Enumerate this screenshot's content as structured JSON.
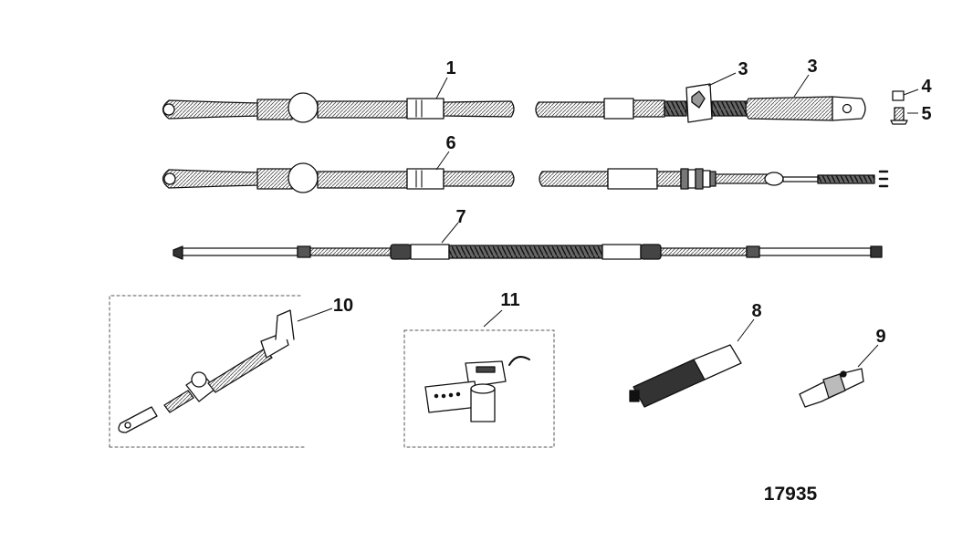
{
  "diagram": {
    "figure_number": "17935",
    "callouts": {
      "c1": "1",
      "c3a": "3",
      "c3b": "3",
      "c4": "4",
      "c5": "5",
      "c6": "6",
      "c7": "7",
      "c8": "8",
      "c9": "9",
      "c10": "10",
      "c11": "11"
    }
  },
  "colors": {
    "line": "#111111",
    "fill_light": "#ffffff",
    "fill_mid": "#bdbdbd",
    "fill_dark": "#555555"
  }
}
